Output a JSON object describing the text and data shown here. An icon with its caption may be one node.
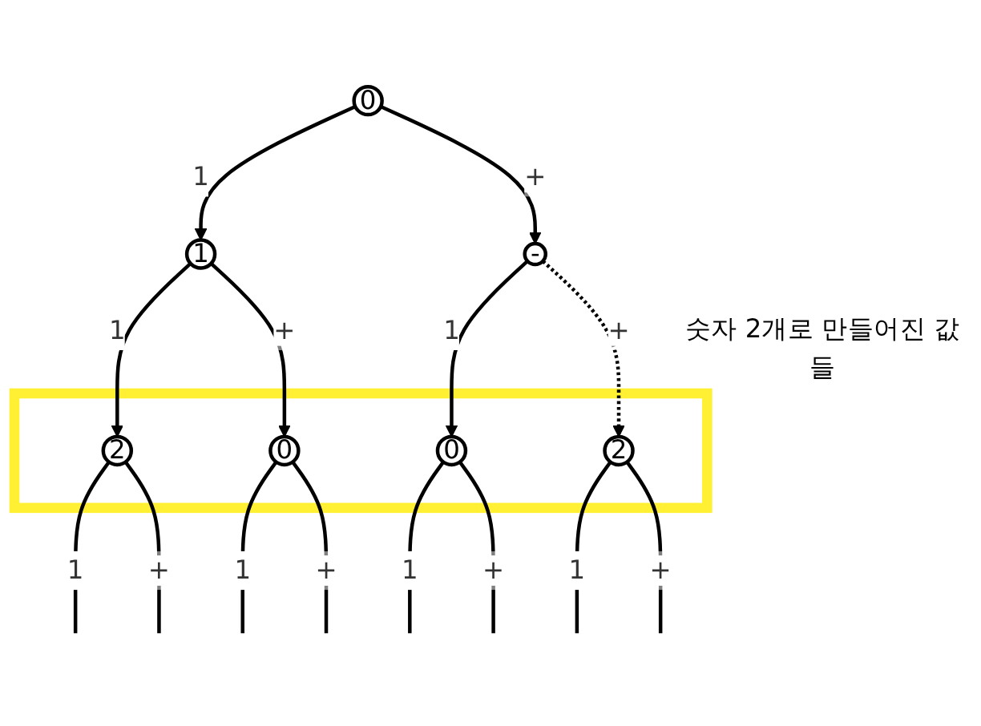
{
  "diagram": {
    "nodes": [
      {
        "text": [
          "0"
        ]
      },
      {
        "text": [
          "1"
        ]
      },
      {
        "text": [
          "-"
        ]
      },
      {
        "text": [
          "숫자 2개로 만들어진 값들"
        ]
      },
      {
        "text": [
          "2"
        ],
        "in": 3
      },
      {
        "text": [
          "0"
        ],
        "in": 3
      },
      {
        "text": [
          "0"
        ],
        "in": 3
      },
      {
        "text": [
          "2"
        ],
        "in": 3
      }
    ],
    "edges": [
      {
        "from": 0,
        "to": 1,
        "arrow": "to",
        "label": "1"
      },
      {
        "from": 0,
        "to": 2,
        "arrow": "to",
        "label": "+"
      },
      {
        "from": 1,
        "to": 4,
        "arrow": "to",
        "label": "1"
      },
      {
        "from": 1,
        "to": 5,
        "arrow": "to",
        "label": "+"
      },
      {
        "from": 2,
        "to": 6,
        "arrow": "to",
        "label": "1"
      },
      {
        "from": 2,
        "to": 7,
        "arrow": "to",
        "label": "+",
        "style": "dashed"
      },
      {
        "from": 4,
        "to": null,
        "arrow": "none",
        "label": "1"
      },
      {
        "from": 4,
        "to": null,
        "arrow": "none",
        "label": "+"
      },
      {
        "from": 5,
        "to": null,
        "arrow": "none",
        "label": "1"
      },
      {
        "from": 5,
        "to": null,
        "arrow": "none",
        "label": "+"
      },
      {
        "from": 6,
        "to": null,
        "arrow": "none",
        "label": "1"
      },
      {
        "from": 6,
        "to": null,
        "arrow": "none",
        "label": "+"
      },
      {
        "from": 7,
        "to": null,
        "arrow": "none",
        "label": "1"
      },
      {
        "from": 7,
        "to": null,
        "arrow": "none",
        "label": "+"
      }
    ]
  }
}
